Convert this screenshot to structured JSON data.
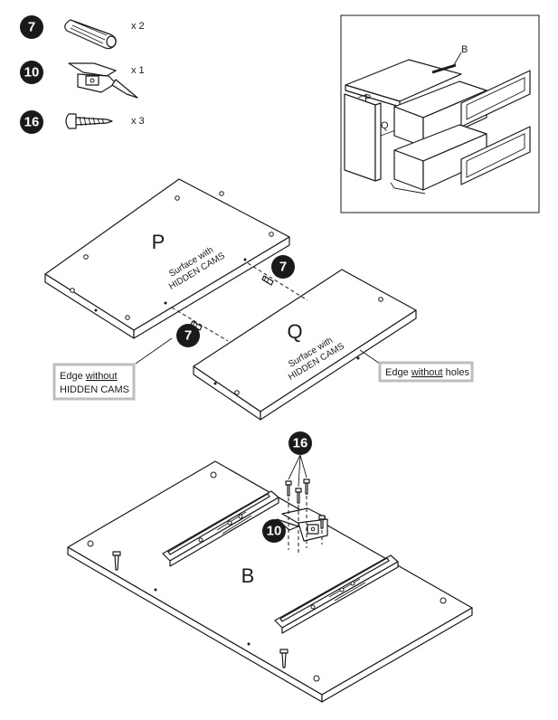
{
  "parts": [
    {
      "number": "7",
      "quantity": "x 2",
      "icon": "dowel-icon"
    },
    {
      "number": "10",
      "quantity": "x 1",
      "icon": "drawer-slide-bracket-icon"
    },
    {
      "number": "16",
      "quantity": "x 3",
      "icon": "screw-icon"
    }
  ],
  "overview": {
    "label_b": "B",
    "label_p": "P",
    "label_q": "Q"
  },
  "panel_p": {
    "letter": "P",
    "surface_line1": "Surface with",
    "surface_line2": "HIDDEN CAMS"
  },
  "panel_q": {
    "letter": "Q",
    "surface_line1": "Surface with",
    "surface_line2": "HIDDEN CAMS"
  },
  "callouts": {
    "edge_p_prefix": "Edge ",
    "edge_p_emph": "without",
    "edge_p_line2": "HIDDEN CAMS",
    "edge_q_prefix": "Edge ",
    "edge_q_emph": "without",
    "edge_q_suffix": " holes"
  },
  "step_badges": {
    "dowel_a": "7",
    "dowel_b": "7",
    "screws": "16",
    "bracket": "10"
  },
  "panel_b": {
    "letter": "B"
  }
}
